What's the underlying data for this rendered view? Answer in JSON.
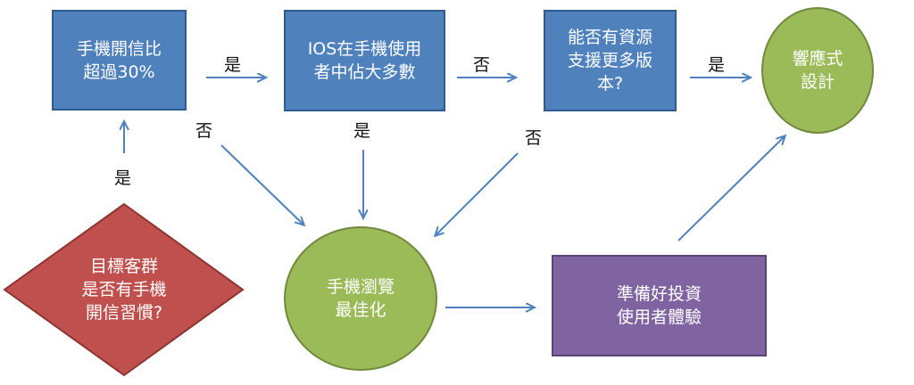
{
  "nodes": {
    "open_rate": {
      "text": "手機開信比\n超過30%"
    },
    "ios_majority": {
      "text": "IOS在手機使用\n者中佔大多數"
    },
    "resources": {
      "text": "能否有資源\n支援更多版\n本?"
    },
    "responsive": {
      "text": "響應式\n設計"
    },
    "audience": {
      "text": "目標客群\n是否有手機\n開信習慣?"
    },
    "mobile_opt": {
      "text": "手機瀏覽\n最佳化"
    },
    "ux_invest": {
      "text": "準備好投資\n使用者體驗"
    }
  },
  "edges": {
    "open_to_ios": "是",
    "open_to_mobile": "否",
    "ios_to_resources": "否",
    "ios_to_mobile": "是",
    "resources_to_responsive": "是",
    "resources_to_mobile": "否",
    "audience_to_open": "是"
  },
  "colors": {
    "blue_fill": "#4f81bd",
    "blue_stroke": "#2f5b8f",
    "green_fill": "#9bbb59",
    "green_stroke": "#6f8a3c",
    "red_fill": "#c0504d",
    "red_stroke": "#8e3532",
    "purple_fill": "#8064a2",
    "purple_stroke": "#5a4476",
    "arrow": "#4f81bd"
  }
}
